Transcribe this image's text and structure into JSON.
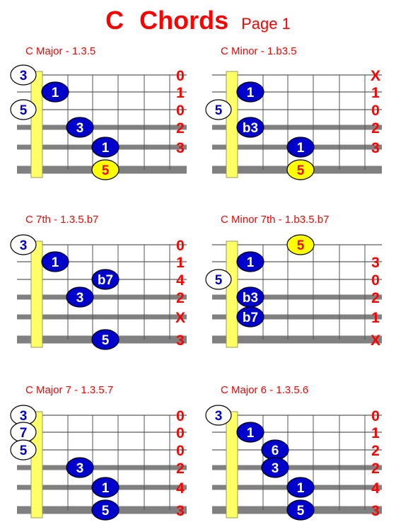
{
  "page": {
    "title_main": "C",
    "title_word": "Chords",
    "title_sub": "Page 1"
  },
  "colors": {
    "title": "#ff0000",
    "nut": "#ffff66",
    "string_thick": "#808080",
    "dot_blue": "#0000cc",
    "dot_yellow": "#ffff00",
    "open_text": "#0000cc",
    "fret_marker": "#ff0000"
  },
  "chords": [
    {
      "title": "C  Major - 1.3.5",
      "markers": [
        "0",
        "1",
        "0",
        "2",
        "3",
        ""
      ],
      "open": [
        {
          "s": 0,
          "label": "3"
        },
        {
          "s": 2,
          "label": "5"
        }
      ],
      "dots": [
        {
          "s": 1,
          "f": 1,
          "label": "1",
          "color": "blue"
        },
        {
          "s": 3,
          "f": 2,
          "label": "3",
          "color": "blue"
        },
        {
          "s": 4,
          "f": 3,
          "label": "1",
          "color": "blue"
        },
        {
          "s": 5,
          "f": 3,
          "label": "5",
          "color": "yellow"
        }
      ]
    },
    {
      "title": "C  Minor - 1.b3.5",
      "markers": [
        "X",
        "1",
        "0",
        "2",
        "3",
        ""
      ],
      "open": [
        {
          "s": 2,
          "label": "5"
        }
      ],
      "dots": [
        {
          "s": 1,
          "f": 1,
          "label": "1",
          "color": "blue"
        },
        {
          "s": 3,
          "f": 1,
          "label": "b3",
          "color": "blue"
        },
        {
          "s": 4,
          "f": 3,
          "label": "1",
          "color": "blue"
        },
        {
          "s": 5,
          "f": 3,
          "label": "5",
          "color": "yellow"
        }
      ]
    },
    {
      "title": "C  7th - 1.3.5.b7",
      "markers": [
        "0",
        "1",
        "4",
        "2",
        "X",
        "3"
      ],
      "open": [
        {
          "s": 0,
          "label": "3"
        }
      ],
      "dots": [
        {
          "s": 1,
          "f": 1,
          "label": "1",
          "color": "blue"
        },
        {
          "s": 2,
          "f": 3,
          "label": "b7",
          "color": "blue"
        },
        {
          "s": 3,
          "f": 2,
          "label": "3",
          "color": "blue"
        },
        {
          "s": 5,
          "f": 3,
          "label": "5",
          "color": "blue"
        }
      ]
    },
    {
      "title": "C  Minor 7th - 1.b3.5.b7",
      "markers": [
        "",
        "3",
        "0",
        "2",
        "1",
        "X"
      ],
      "open": [
        {
          "s": 2,
          "label": "5"
        }
      ],
      "dots": [
        {
          "s": 0,
          "f": 3,
          "label": "5",
          "color": "yellow"
        },
        {
          "s": 1,
          "f": 1,
          "label": "1",
          "color": "blue"
        },
        {
          "s": 3,
          "f": 1,
          "label": "b3",
          "color": "blue"
        },
        {
          "s": 4,
          "f": 1,
          "label": "b7",
          "color": "blue"
        }
      ]
    },
    {
      "title": "C  Major 7 - 1.3.5.7",
      "markers": [
        "0",
        "0",
        "0",
        "2",
        "4",
        "3"
      ],
      "open": [
        {
          "s": 0,
          "label": "3"
        },
        {
          "s": 1,
          "label": "7"
        },
        {
          "s": 2,
          "label": "5"
        }
      ],
      "dots": [
        {
          "s": 3,
          "f": 2,
          "label": "3",
          "color": "blue"
        },
        {
          "s": 4,
          "f": 3,
          "label": "1",
          "color": "blue"
        },
        {
          "s": 5,
          "f": 3,
          "label": "5",
          "color": "blue"
        }
      ]
    },
    {
      "title": "C  Major 6 - 1.3.5.6",
      "markers": [
        "0",
        "1",
        "2",
        "2",
        "4",
        "3"
      ],
      "open": [
        {
          "s": 0,
          "label": "3"
        }
      ],
      "dots": [
        {
          "s": 1,
          "f": 1,
          "label": "1",
          "color": "blue"
        },
        {
          "s": 2,
          "f": 2,
          "label": "6",
          "color": "blue"
        },
        {
          "s": 3,
          "f": 2,
          "label": "3",
          "color": "blue"
        },
        {
          "s": 4,
          "f": 3,
          "label": "1",
          "color": "blue"
        },
        {
          "s": 5,
          "f": 3,
          "label": "5",
          "color": "blue"
        }
      ]
    }
  ]
}
